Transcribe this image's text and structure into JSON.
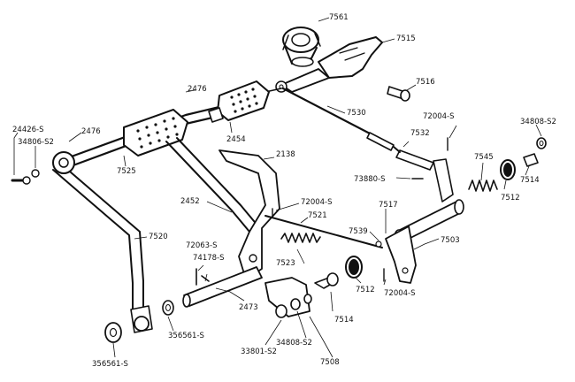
{
  "diagram": {
    "labels": {
      "l7561": "7561",
      "l7515": "7515",
      "l7516": "7516",
      "l2476a": "2476",
      "l2476b": "2476",
      "l24426": "24426-S",
      "l34806": "34806-S2",
      "l2454": "2454",
      "l7525": "7525",
      "l7530": "7530",
      "l72004a": "72004-S",
      "l34808a": "34808-S2",
      "l7532": "7532",
      "l2138": "2138",
      "l7545": "7545",
      "l7514a": "7514",
      "l7512a": "7512",
      "l73880": "73880-S",
      "l2452": "2452",
      "l72004b": "72004-S",
      "l7521": "7521",
      "l7517": "7517",
      "l7539": "7539",
      "l7503": "7503",
      "l7520": "7520",
      "l72063": "72063-S",
      "l74178": "74178-S",
      "l7523": "7523",
      "l7512b": "7512",
      "l72004c": "72004-S",
      "l2473": "2473",
      "l7514b": "7514",
      "l356561a": "356561-S",
      "l34808b": "34808-S2",
      "l33801": "33801-S2",
      "l7508": "7508",
      "l356561b": "356561-S"
    }
  }
}
